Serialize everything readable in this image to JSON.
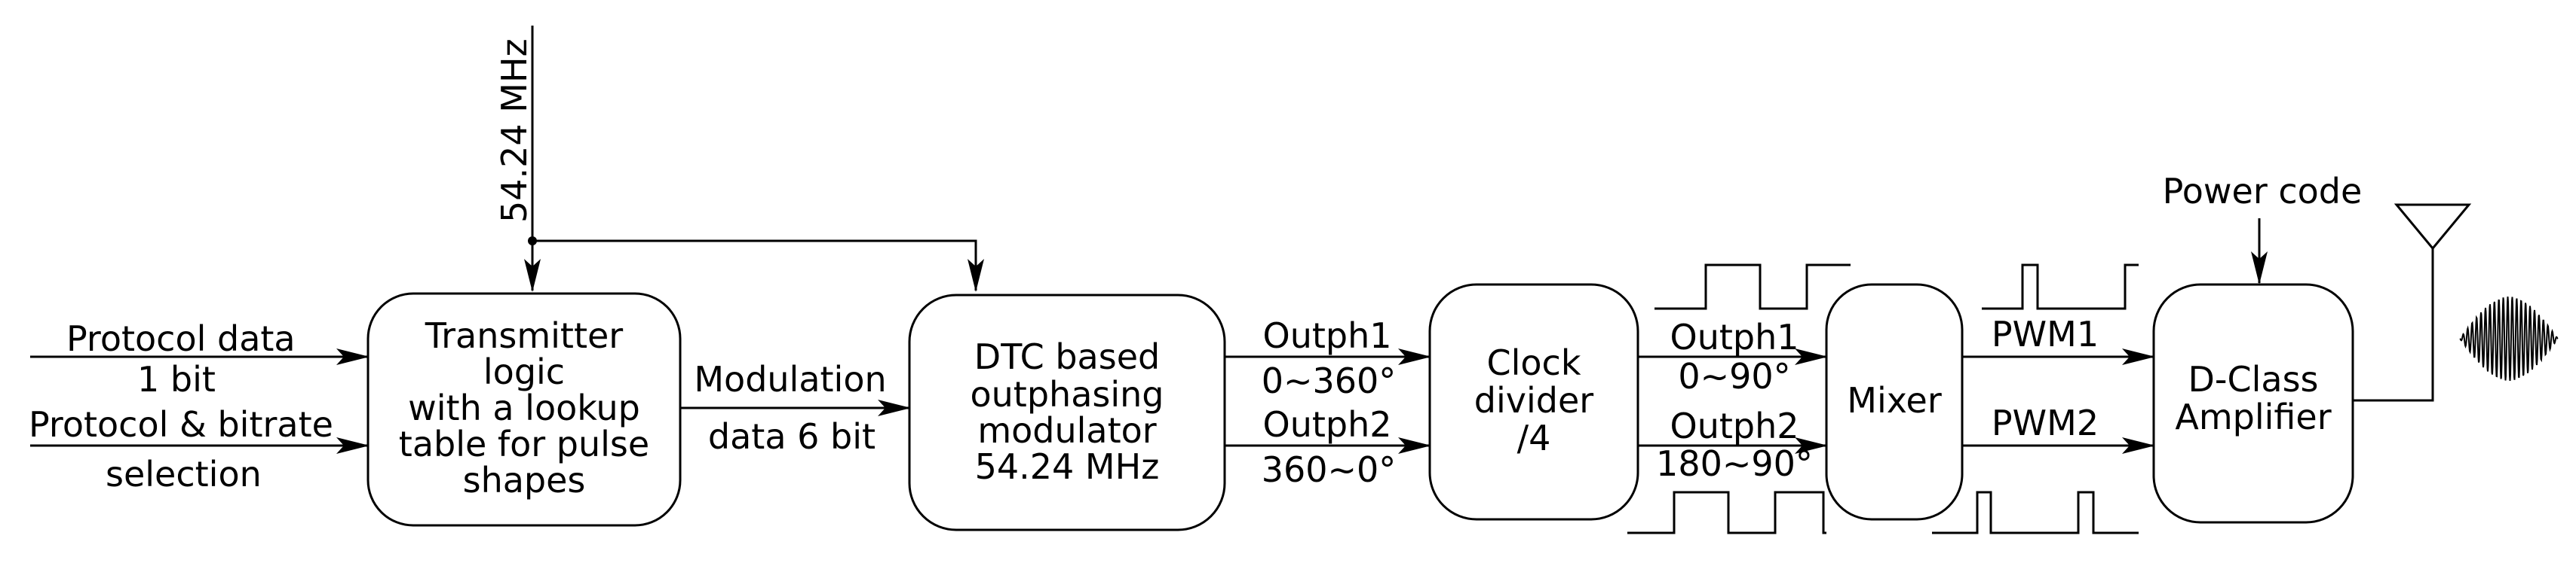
{
  "clock": {
    "freq": "54.24 MHz"
  },
  "inputs": {
    "protocol_data": {
      "line1": "Protocol data",
      "line2": "1 bit"
    },
    "protocol_bitrate": {
      "line1": "Protocol & bitrate",
      "line2": "selection"
    }
  },
  "blocks": {
    "transmitter": [
      "Transmitter",
      "logic",
      "with a lookup",
      "table for pulse",
      "shapes"
    ],
    "dtc": [
      "DTC based",
      "outphasing",
      "modulator",
      "54.24 MHz"
    ],
    "divider": [
      "Clock",
      "divider",
      "/4"
    ],
    "mixer": [
      "Mixer"
    ],
    "amplifier": [
      "D-Class",
      "Amplifier"
    ]
  },
  "signals": {
    "modulation": {
      "line1": "Modulation",
      "line2": "data 6 bit"
    },
    "outph1_a": {
      "name": "Outph1",
      "range": "0~360°"
    },
    "outph2_a": {
      "name": "Outph2",
      "range": "360~0°"
    },
    "outph1_b": {
      "name": "Outph1",
      "range": "0~90°"
    },
    "outph2_b": {
      "name": "Outph2",
      "range": "180~90°"
    },
    "pwm1": "PWM1",
    "pwm2": "PWM2",
    "power_code": "Power code"
  }
}
